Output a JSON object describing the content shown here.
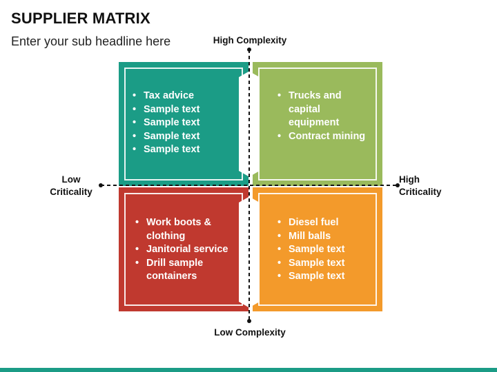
{
  "header": {
    "title": "SUPPLIER MATRIX",
    "subtitle": "Enter your sub headline here"
  },
  "axes": {
    "top": "High Complexity",
    "bottom": "Low Complexity",
    "left_line1": "Low",
    "left_line2": "Criticality",
    "right_line1": "High",
    "right_line2": "Criticality"
  },
  "quadrants": {
    "top_left": {
      "color": "#1b9c86",
      "items": [
        "Tax advice",
        "Sample text",
        "Sample text",
        "Sample text",
        "Sample text"
      ]
    },
    "top_right": {
      "color": "#9aba5c",
      "items": [
        "Trucks and capital equipment",
        "Contract mining"
      ]
    },
    "bottom_left": {
      "color": "#c0392f",
      "items": [
        "Work boots & clothing",
        "Janitorial service",
        "Drill sample containers"
      ]
    },
    "bottom_right": {
      "color": "#f39a2b",
      "items": [
        "Diesel fuel",
        "Mill balls",
        "Sample text",
        "Sample text",
        "Sample text"
      ]
    }
  },
  "colors": {
    "accent_bar": "#1b9c86",
    "axis_line": "#111111"
  }
}
